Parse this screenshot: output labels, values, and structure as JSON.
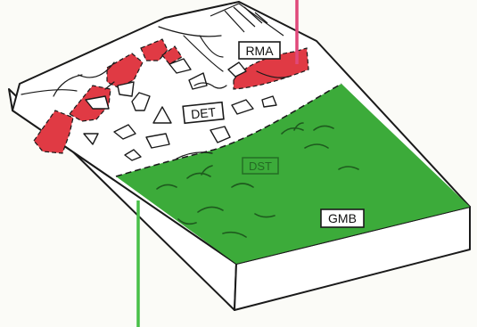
{
  "labels": {
    "rma": "RMA",
    "det": "DET",
    "dst": "DST",
    "gmb": "GMB"
  },
  "colors": {
    "red": "#e03a44",
    "green": "#3cab3a",
    "outline": "#1a1a1a",
    "block": "#ffffff"
  }
}
